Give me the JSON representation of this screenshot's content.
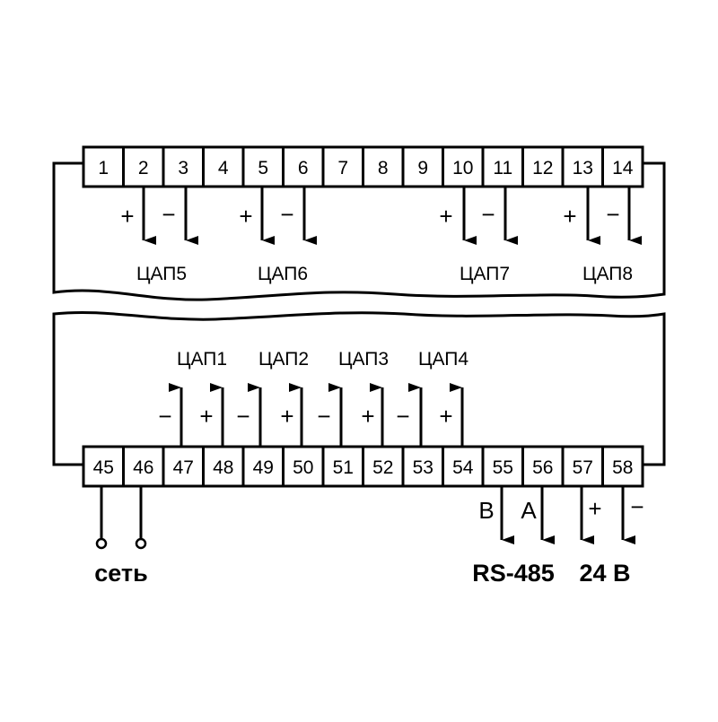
{
  "top_terminals": [
    "1",
    "2",
    "3",
    "4",
    "5",
    "6",
    "7",
    "8",
    "9",
    "10",
    "11",
    "12",
    "13",
    "14"
  ],
  "bottom_terminals": [
    "45",
    "46",
    "47",
    "48",
    "49",
    "50",
    "51",
    "52",
    "53",
    "54",
    "55",
    "56",
    "57",
    "58"
  ],
  "top_outputs": [
    {
      "label": "ЦАП5",
      "plus": "+",
      "minus": "−"
    },
    {
      "label": "ЦАП6",
      "plus": "+",
      "minus": "−"
    },
    {
      "label": "ЦАП7",
      "plus": "+",
      "minus": "−"
    },
    {
      "label": "ЦАП8",
      "plus": "+",
      "minus": "−"
    }
  ],
  "bottom_outputs": [
    {
      "label": "ЦАП1",
      "plus": "+",
      "minus": "−"
    },
    {
      "label": "ЦАП2",
      "plus": "+",
      "minus": "−"
    },
    {
      "label": "ЦАП3",
      "plus": "+",
      "minus": "−"
    },
    {
      "label": "ЦАП4",
      "plus": "+",
      "minus": "−"
    }
  ],
  "power": {
    "label": "сеть"
  },
  "rs485": {
    "label": "RS-485",
    "line_b": "B",
    "line_a": "A"
  },
  "supply": {
    "label": "24 В",
    "plus": "+",
    "minus": "−"
  }
}
